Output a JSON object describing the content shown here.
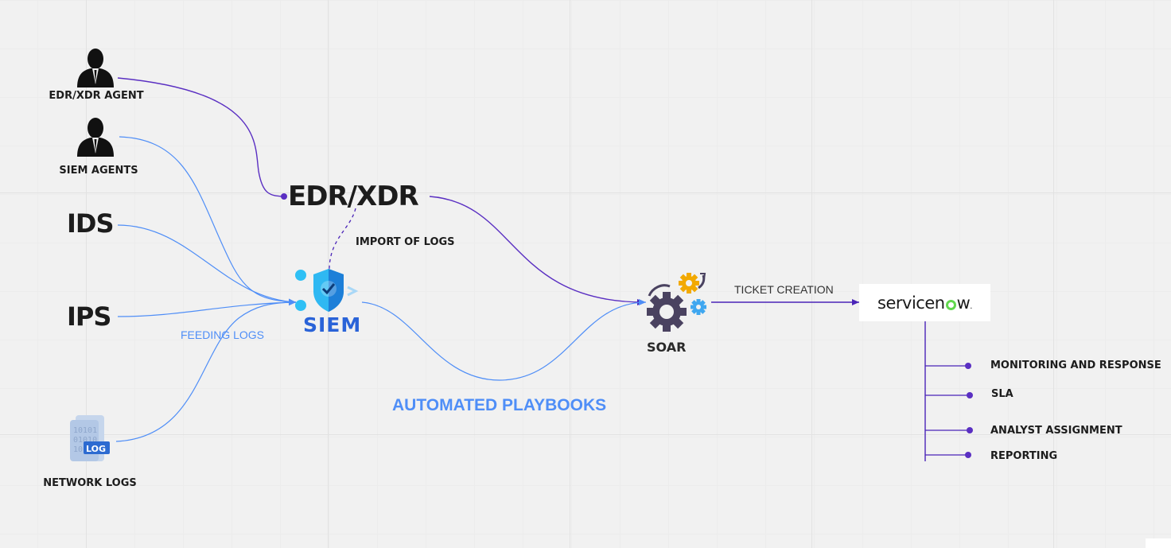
{
  "sources": {
    "edr_agent": "EDR/XDR AGENT",
    "siem_agents": "SIEM AGENTS",
    "ids": "IDS",
    "ips": "IPS",
    "network_logs": "NETWORK LOGS",
    "log_badge": "LOG",
    "binary_lines": [
      "10101",
      "01010",
      "10"
    ]
  },
  "edr": "EDR/XDR",
  "siem": "SIEM",
  "soar": "SOAR",
  "servicenow": {
    "before": "servicen",
    "after": "w",
    "dot": "."
  },
  "edges": {
    "import_logs": "IMPORT OF LOGS",
    "feeding_logs": "FEEDING LOGS",
    "automated_playbooks": "AUTOMATED PLAYBOOKS",
    "ticket_creation": "TICKET CREATION"
  },
  "ticket_items": [
    "MONITORING AND RESPONSE",
    "SLA",
    "ANALYST ASSIGNMENT",
    "REPORTING"
  ],
  "colors": {
    "purple": "#5a2fc2",
    "blue": "#4f8ef7",
    "siem_blue": "#2a63d8",
    "cyan": "#2fb8f2",
    "gear_dark": "#4a4260",
    "gear_orange": "#f2a900",
    "servicenow_green": "#62d84e"
  }
}
